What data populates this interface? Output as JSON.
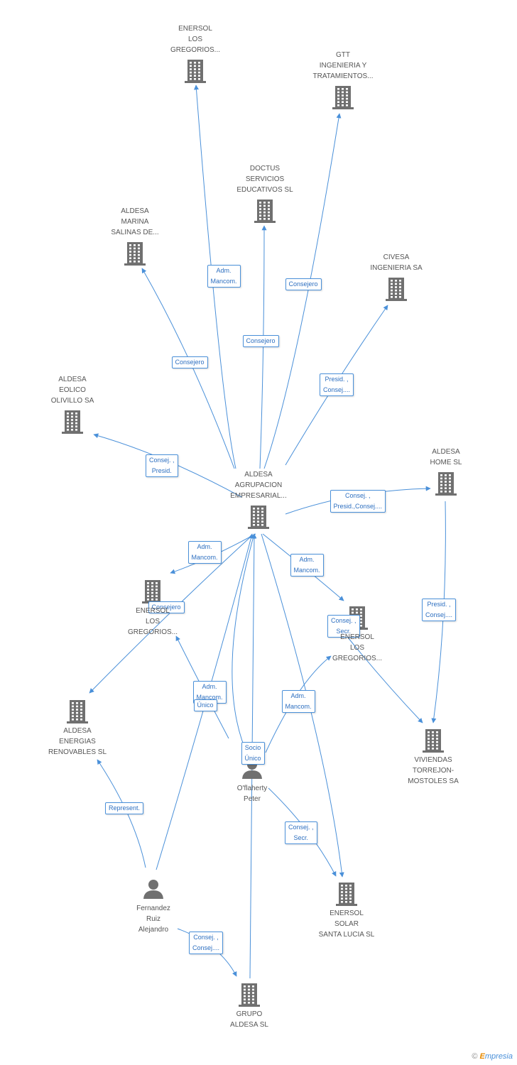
{
  "colors": {
    "edge": "#4a90d9",
    "node": "#707070",
    "label_text": "#555555",
    "edge_label_text": "#2d6fc0"
  },
  "nodes": [
    {
      "id": "enersol_top",
      "type": "company",
      "label": "ENERSOL\nLOS\nGREGORIOS..."
    },
    {
      "id": "gtt",
      "type": "company",
      "label": "GTT\nINGENIERIA Y\nTRATAMIENTOS..."
    },
    {
      "id": "doctus",
      "type": "company",
      "label": "DOCTUS\nSERVICIOS\nEDUCATIVOS SL"
    },
    {
      "id": "marina",
      "type": "company",
      "label": "ALDESA\nMARINA\nSALINAS DE..."
    },
    {
      "id": "civesa",
      "type": "company",
      "label": "CIVESA\nINGENIERIA SA"
    },
    {
      "id": "eolico",
      "type": "company",
      "label": "ALDESA\nEOLICO\nOLIVILLO SA"
    },
    {
      "id": "home",
      "type": "company",
      "label": "ALDESA\nHOME SL"
    },
    {
      "id": "center",
      "type": "company",
      "label": "ALDESA\nAGRUPACION\nEMPRESARIAL..."
    },
    {
      "id": "enersol_left",
      "type": "company",
      "label": "ENERSOL\nLOS\nGREGORIOS..."
    },
    {
      "id": "enersol_right",
      "type": "company",
      "label": "ENERSOL\nLOS\nGREGORIOS..."
    },
    {
      "id": "energias",
      "type": "company",
      "label": "ALDESA\nENERGIAS\nRENOVABLES SL"
    },
    {
      "id": "viviendas",
      "type": "company",
      "label": "VIVIENDAS\nTORREJON-\nMOSTOLES SA"
    },
    {
      "id": "oflaherty",
      "type": "person",
      "label": "O'flaherty\nPeter"
    },
    {
      "id": "fernandez",
      "type": "person",
      "label": "Fernandez\nRuiz\nAlejandro"
    },
    {
      "id": "santa_lucia",
      "type": "company",
      "label": "ENERSOL\nSOLAR\nSANTA LUCIA SL"
    },
    {
      "id": "grupo",
      "type": "company",
      "label": "GRUPO\nALDESA SL"
    }
  ],
  "edges": [
    {
      "from": "center",
      "to": "enersol_top",
      "label": "Adm.\nMancom."
    },
    {
      "from": "center",
      "to": "gtt",
      "label": "Consejero"
    },
    {
      "from": "center",
      "to": "doctus",
      "label": "Consejero"
    },
    {
      "from": "center",
      "to": "marina",
      "label": "Consejero"
    },
    {
      "from": "center",
      "to": "civesa",
      "label": "Presid. ,\nConsej...."
    },
    {
      "from": "center",
      "to": "eolico",
      "label": "Consej. ,\nPresid."
    },
    {
      "from": "center",
      "to": "home",
      "label": "Consej. ,\nPresid.,Consej...."
    },
    {
      "from": "home",
      "to": "viviendas",
      "label": "Presid. ,\nConsej...."
    },
    {
      "from": "center",
      "to": "enersol_left",
      "label": "Adm.\nMancom."
    },
    {
      "from": "center",
      "to": "energias",
      "label": "Consejero"
    },
    {
      "from": "center",
      "to": "enersol_right",
      "label": "Adm.\nMancom."
    },
    {
      "from": "enersol_right",
      "to": "viviendas",
      "label": "Consej. ,\nSecr."
    },
    {
      "from": "oflaherty",
      "to": "center",
      "label": "Adm.\nMancom."
    },
    {
      "from": "oflaherty",
      "to": "enersol_left",
      "label": "Único"
    },
    {
      "from": "oflaherty",
      "to": "enersol_right",
      "label": "Adm.\nMancom."
    },
    {
      "from": "grupo",
      "to": "center",
      "label": "Socio\nÚnico"
    },
    {
      "from": "oflaherty",
      "to": "santa_lucia",
      "label": "Consej. ,\nSecr."
    },
    {
      "from": "fernandez",
      "to": "energias",
      "label": "Represent."
    },
    {
      "from": "fernandez",
      "to": "grupo",
      "label": "Consej. ,\nConsej...."
    },
    {
      "from": "fernandez",
      "to": "center",
      "label": ""
    },
    {
      "from": "center",
      "to": "santa_lucia",
      "label": ""
    }
  ],
  "footer": {
    "copyright": "©",
    "brand_first": "E",
    "brand_rest": "mpresia"
  }
}
